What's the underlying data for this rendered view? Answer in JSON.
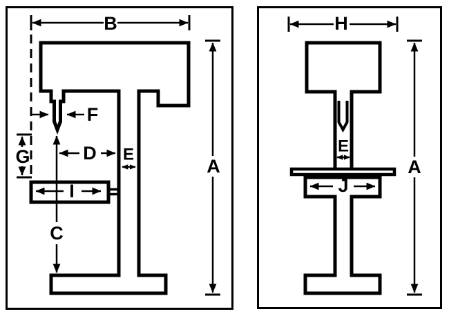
{
  "figure": {
    "type": "technical-diagram",
    "description": "Drill press dimension drawing: side view (left) and front view (right)",
    "colors": {
      "line": "#000000",
      "background": "#ffffff"
    },
    "panels": [
      {
        "name": "side-view",
        "labels": {
          "A": "A",
          "B": "B",
          "C": "C",
          "D": "D",
          "E": "E",
          "F": "F",
          "G": "G",
          "I": "I"
        }
      },
      {
        "name": "front-view",
        "labels": {
          "A": "A",
          "E": "E",
          "H": "H",
          "J": "J"
        }
      }
    ]
  }
}
